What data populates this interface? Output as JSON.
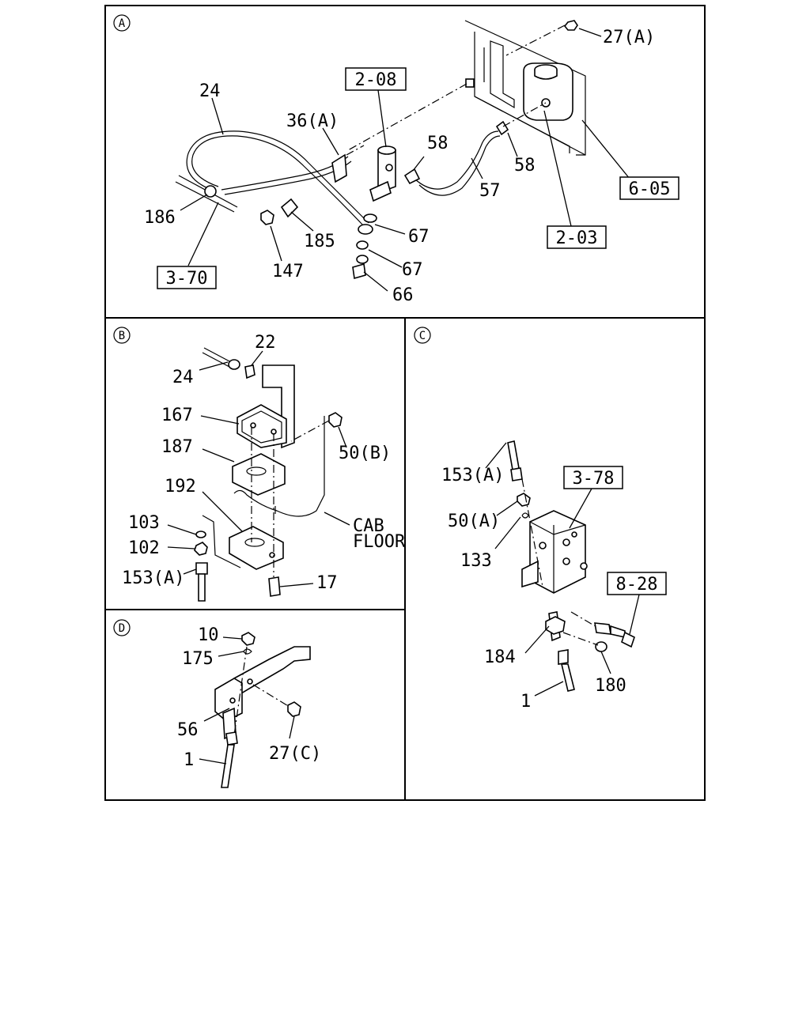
{
  "panels": {
    "A": {
      "letter": "A",
      "labels": {
        "p27a": "27(A)",
        "p24": "24",
        "p36a": "36(A)",
        "p58a": "58",
        "p58b": "58",
        "p57": "57",
        "p186": "186",
        "p185": "185",
        "p67a": "67",
        "p67b": "67",
        "p147": "147",
        "p66": "66"
      },
      "refs": {
        "r208": "2-08",
        "r605": "6-05",
        "r203": "2-03",
        "r370": "3-70"
      }
    },
    "B": {
      "letter": "B",
      "labels": {
        "p22": "22",
        "p24": "24",
        "p167": "167",
        "p187": "187",
        "p50b": "50(B)",
        "p192": "192",
        "p103": "103",
        "p102": "102",
        "p153a": "153(A)",
        "p17": "17",
        "cab": "CAB",
        "floor": "FLOOR"
      }
    },
    "C": {
      "letter": "C",
      "labels": {
        "p153a": "153(A)",
        "p50a": "50(A)",
        "p133": "133",
        "p184": "184",
        "p180": "180",
        "p1": "1"
      },
      "refs": {
        "r378": "3-78",
        "r828": "8-28"
      }
    },
    "D": {
      "letter": "D",
      "labels": {
        "p10": "10",
        "p175": "175",
        "p56": "56",
        "p1": "1",
        "p27c": "27(C)"
      }
    }
  }
}
